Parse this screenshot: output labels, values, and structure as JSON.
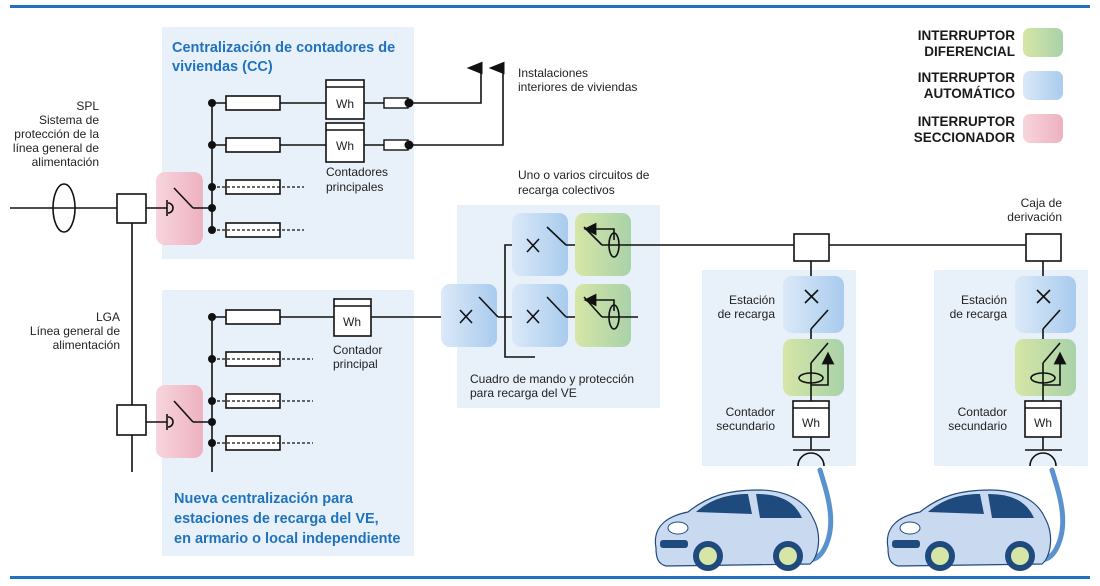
{
  "colors": {
    "rule": "#1f73be",
    "title": "#1f73be",
    "panel": "#e8f0f9",
    "diferencial": "#b9d88f",
    "automatico": "#b5d2f0",
    "seccionador": "#f0b9c6",
    "car_body": "#c9daf0",
    "car_dark": "#1e4a7e",
    "cable": "#5a92cf"
  },
  "legend": [
    {
      "line1": "INTERRUPTOR",
      "line2": "DIFERENCIAL",
      "swatch": "diferencial"
    },
    {
      "line1": "INTERRUPTOR",
      "line2": "AUTOMÁTICO",
      "swatch": "automatico"
    },
    {
      "line1": "INTERRUPTOR",
      "line2": "SECCIONADOR",
      "swatch": "seccionador"
    }
  ],
  "cc_panel": {
    "title_line1": "Centralización de contadores de",
    "title_line2": "viviendas (CC)",
    "meter_label": "Wh",
    "meters_caption_line1": "Contadores",
    "meters_caption_line2": "principales"
  },
  "ve_panel": {
    "title_line1": "Nueva centralización para",
    "title_line2": "estaciones de recarga del VE,",
    "title_line3": "en armario o local independiente",
    "meter_label": "Wh",
    "meter_caption_line1": "Contador",
    "meter_caption_line2": "principal"
  },
  "spl": {
    "line1": "SPL",
    "line2": "Sistema de",
    "line3": "protección de la",
    "line4": "línea general de",
    "line5": "alimentación"
  },
  "lga": {
    "line1": "LGA",
    "line2": "Línea general de",
    "line3": "alimentación"
  },
  "installations": {
    "line1": "Instalaciones",
    "line2": "interiores de viviendas"
  },
  "circuits": {
    "line1": "Uno o varios circuitos de",
    "line2": "recarga colectivos"
  },
  "control_panel": {
    "line1": "Cuadro de mando y protección",
    "line2": "para recarga del VE"
  },
  "junction": {
    "line1": "Caja de",
    "line2": "derivación"
  },
  "stations": [
    {
      "station_line1": "Estación",
      "station_line2": "de recarga",
      "meter_line1": "Contador",
      "meter_line2": "secundario",
      "meter_label": "Wh"
    },
    {
      "station_line1": "Estación",
      "station_line2": "de recarga",
      "meter_line1": "Contador",
      "meter_line2": "secundario",
      "meter_label": "Wh"
    }
  ]
}
